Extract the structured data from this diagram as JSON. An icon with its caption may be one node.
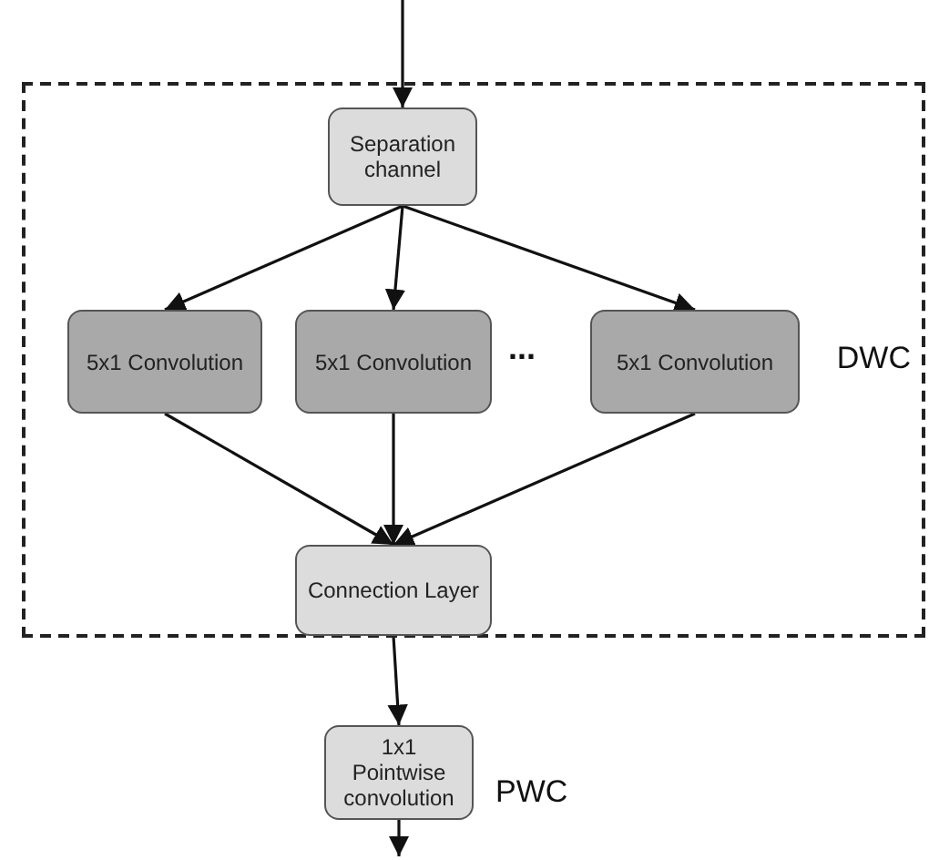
{
  "diagram": {
    "nodes": [
      {
        "text": [
          "DWC"
        ]
      },
      {
        "text": [
          "Separation channel"
        ],
        "in": 0
      },
      {
        "text": [
          "5x1 Convolution"
        ],
        "in": 0
      },
      {
        "text": [
          "5x1 Convolution"
        ],
        "in": 0
      },
      {
        "text": [
          "5x1 Convolution"
        ],
        "in": 0
      },
      {
        "text": [
          "Connection Layer"
        ],
        "in": 0
      },
      {
        "text": [
          "1x1 Pointwise convolution"
        ],
        "beside": [
          "PWC"
        ]
      }
    ],
    "edges": [
      {
        "from": null,
        "to": 1,
        "arrow": "to"
      },
      {
        "from": 1,
        "to": 2,
        "arrow": "to"
      },
      {
        "from": 1,
        "to": 3,
        "arrow": "to"
      },
      {
        "from": 1,
        "to": 4,
        "arrow": "to"
      },
      {
        "from": 2,
        "to": 5,
        "arrow": "to"
      },
      {
        "from": 3,
        "to": 5,
        "arrow": "to"
      },
      {
        "from": 4,
        "to": 5,
        "arrow": "to"
      },
      {
        "from": 5,
        "to": 6,
        "arrow": "to"
      },
      {
        "from": 6,
        "to": null,
        "arrow": "to"
      }
    ],
    "labels": [
      "..."
    ]
  }
}
